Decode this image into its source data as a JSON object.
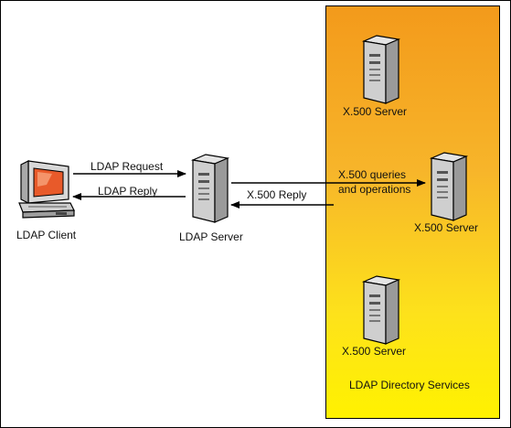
{
  "diagram": {
    "client_label": "LDAP Client",
    "ldap_server_label": "LDAP Server",
    "request_label": "LDAP Request",
    "reply_label": "LDAP Reply",
    "x500_reply_label": "X.500 Reply",
    "queries_label_line1": "X.500 queries",
    "queries_label_line2": "and operations",
    "x500_server_top_label": "X.500 Server",
    "x500_server_middle_label": "X.500 Server",
    "x500_server_bottom_label": "X.500 Server",
    "services_label": "LDAP Directory Services"
  },
  "colors": {
    "services_top": "#f39a1b",
    "services_bottom": "#fff200",
    "monitor_screen": "#e85a2a"
  }
}
